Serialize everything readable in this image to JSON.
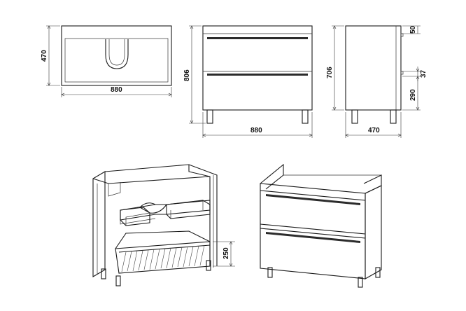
{
  "dimensions": {
    "top_view_depth": "470",
    "top_view_width": "880",
    "front_height": "806",
    "front_width": "880",
    "side_height": "706",
    "side_top_offset": "50",
    "side_gap": "37",
    "side_drawer_height": "290",
    "side_depth": "470",
    "open_drawer_height": "250"
  }
}
